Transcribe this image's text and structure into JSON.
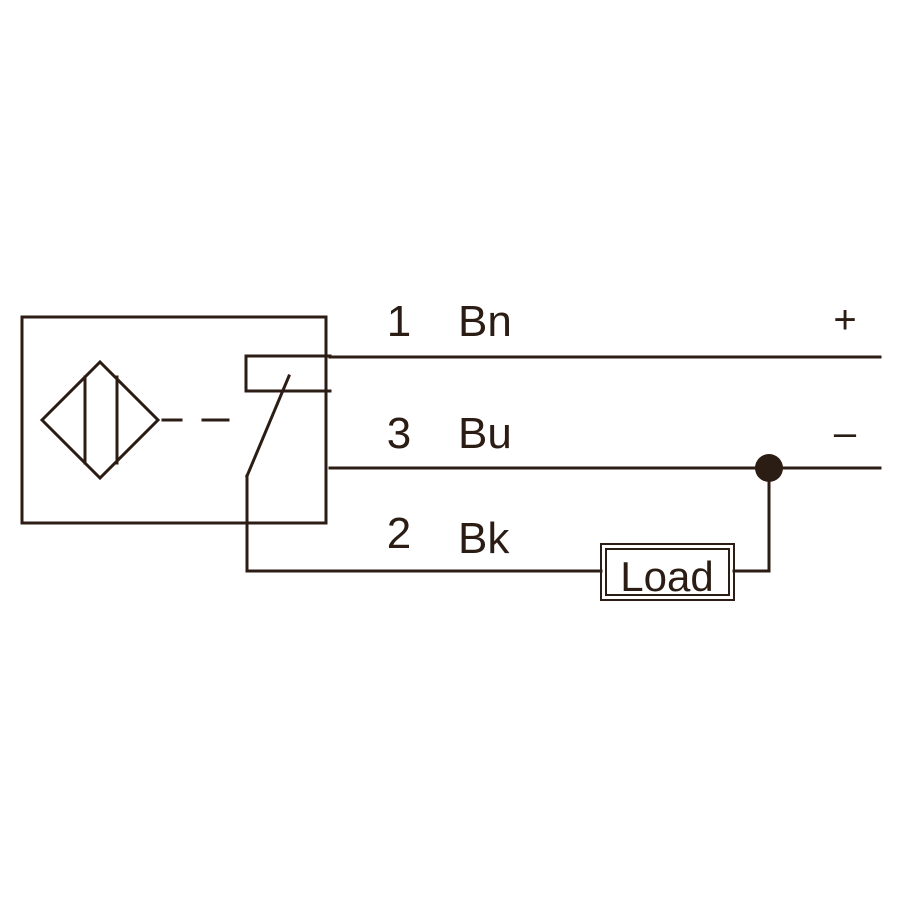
{
  "wires": [
    {
      "pin": "1",
      "color": "Bn",
      "polarity": "+"
    },
    {
      "pin": "3",
      "color": "Bu",
      "polarity": "–"
    },
    {
      "pin": "2",
      "color": "Bk",
      "polarity": ""
    }
  ],
  "load": {
    "label": "Load"
  },
  "ink_color": "#2b1d14",
  "icons": {
    "sensor": "proximity-sensor-icon",
    "switch": "normally-open-switch-icon",
    "junction": "junction-dot-icon"
  }
}
